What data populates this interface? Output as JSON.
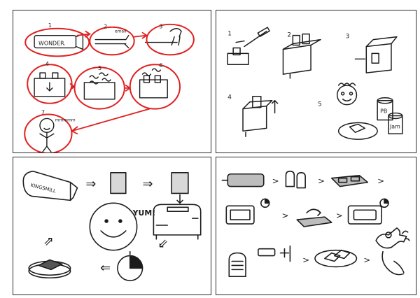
{
  "colors": {
    "ink": "#1c1c1c",
    "red": "#e02020",
    "border": "#2a2a2a",
    "fill_gray": "#bdbdbd",
    "fill_dark": "#555555"
  },
  "panels": {
    "top_left": {
      "steps": [
        "1",
        "2",
        "3",
        "4",
        "5",
        "6",
        "7"
      ],
      "bread_label": "WONDER.",
      "small_note": "email",
      "person_note": "mmmmm"
    },
    "top_right": {
      "steps": [
        "1",
        "2",
        "3",
        "4",
        "5"
      ],
      "jar_pb": "PB",
      "jar_jam": "Jam"
    },
    "bottom_left": {
      "bread_label": "KINGSMILL",
      "yum": "YUM!",
      "arrow_glyph": "⇒"
    },
    "bottom_right": {
      "gt_glyph": ">"
    }
  }
}
